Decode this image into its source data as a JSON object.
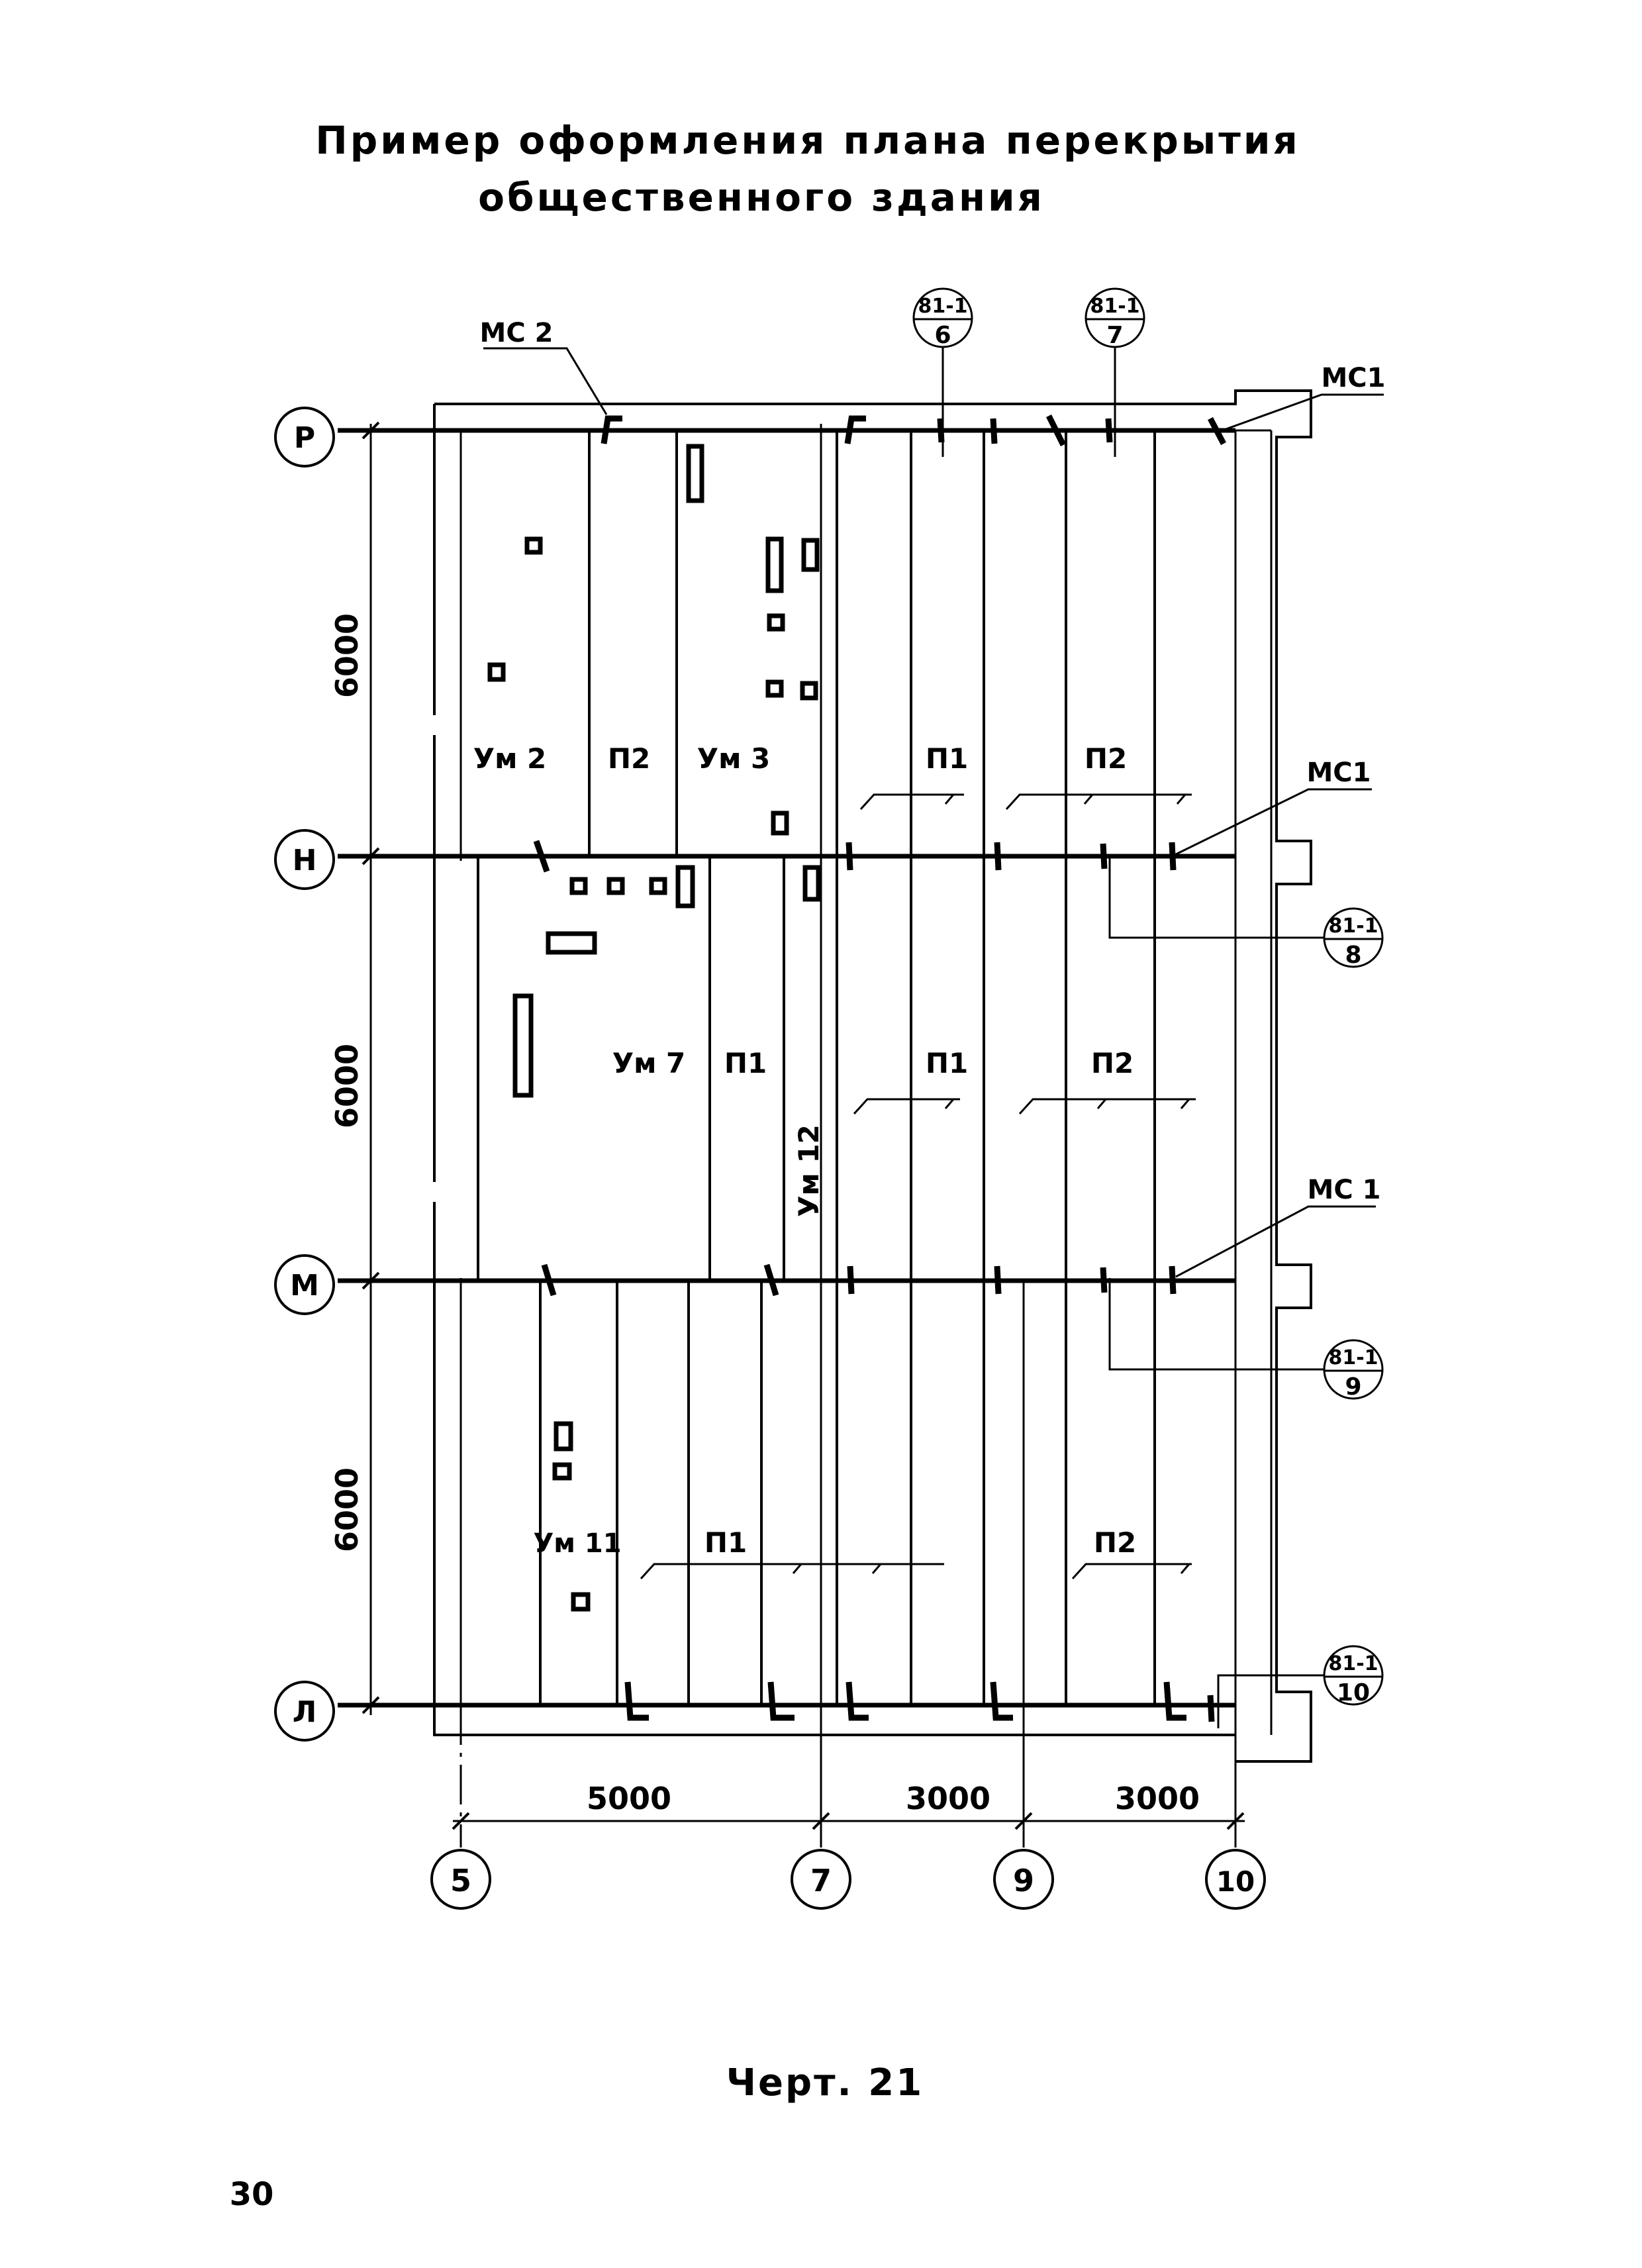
{
  "title_line1": "Пример оформления плана перекрытия",
  "title_line2": "общественного здания",
  "caption": "Черт. 21",
  "page_number": "30",
  "row_axes": [
    "Р",
    "Н",
    "М",
    "Л"
  ],
  "column_axes": [
    "5",
    "7",
    "9",
    "10"
  ],
  "vertical_dimensions": [
    "6000",
    "6000",
    "6000"
  ],
  "horizontal_dimensions": [
    "5000",
    "3000",
    "3000"
  ],
  "callouts": {
    "mc2": "МС 2",
    "mc1_top": "МС1",
    "mc1_mid": "МС1",
    "mc1_low": "МС 1"
  },
  "section_refs": [
    {
      "top": "81-1",
      "bottom": "6"
    },
    {
      "top": "81-1",
      "bottom": "7"
    },
    {
      "top": "81-1",
      "bottom": "8"
    },
    {
      "top": "81-1",
      "bottom": "9"
    },
    {
      "top": "81-1",
      "bottom": "10"
    }
  ],
  "slab_labels": {
    "um2": "Ум 2",
    "p2_a": "П2",
    "um3": "Ум 3",
    "p1_a": "П1",
    "p2_b": "П2",
    "um7": "Ум 7",
    "p1_b": "П1",
    "um12": "Ум 12",
    "p1_c": "П1",
    "p2_c": "П2",
    "um11": "Ум 11",
    "p1_d": "П1",
    "p2_d": "П2"
  }
}
